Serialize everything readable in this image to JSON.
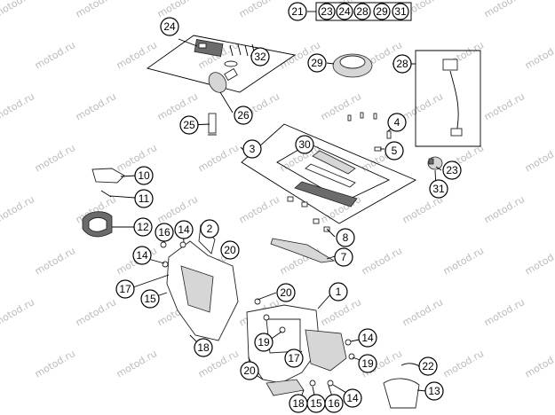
{
  "watermark": "motod.ru",
  "kit_header": {
    "main": "21",
    "members": [
      "23",
      "24",
      "28",
      "29",
      "31"
    ]
  },
  "callouts": [
    {
      "id": "c1",
      "label": "1"
    },
    {
      "id": "c2",
      "label": "2"
    },
    {
      "id": "c3",
      "label": "3"
    },
    {
      "id": "c4",
      "label": "4"
    },
    {
      "id": "c5",
      "label": "5"
    },
    {
      "id": "c7",
      "label": "7"
    },
    {
      "id": "c8",
      "label": "8"
    },
    {
      "id": "c10",
      "label": "10"
    },
    {
      "id": "c11",
      "label": "11"
    },
    {
      "id": "c12",
      "label": "12"
    },
    {
      "id": "c13",
      "label": "13"
    },
    {
      "id": "c14a",
      "label": "14"
    },
    {
      "id": "c14b",
      "label": "14"
    },
    {
      "id": "c14c",
      "label": "14"
    },
    {
      "id": "c14d",
      "label": "14"
    },
    {
      "id": "c15a",
      "label": "15"
    },
    {
      "id": "c15b",
      "label": "15"
    },
    {
      "id": "c16a",
      "label": "16"
    },
    {
      "id": "c16b",
      "label": "16"
    },
    {
      "id": "c17a",
      "label": "17"
    },
    {
      "id": "c17b",
      "label": "17"
    },
    {
      "id": "c18a",
      "label": "18"
    },
    {
      "id": "c18b",
      "label": "18"
    },
    {
      "id": "c19a",
      "label": "19"
    },
    {
      "id": "c19b",
      "label": "19"
    },
    {
      "id": "c20a",
      "label": "20"
    },
    {
      "id": "c20b",
      "label": "20"
    },
    {
      "id": "c20c",
      "label": "20"
    },
    {
      "id": "c22",
      "label": "22"
    },
    {
      "id": "c23",
      "label": "23"
    },
    {
      "id": "c24",
      "label": "24"
    },
    {
      "id": "c25",
      "label": "25"
    },
    {
      "id": "c26",
      "label": "26"
    },
    {
      "id": "c28",
      "label": "28"
    },
    {
      "id": "c29",
      "label": "29"
    },
    {
      "id": "c30",
      "label": "30"
    },
    {
      "id": "c31",
      "label": "31"
    },
    {
      "id": "c32",
      "label": "32"
    }
  ]
}
